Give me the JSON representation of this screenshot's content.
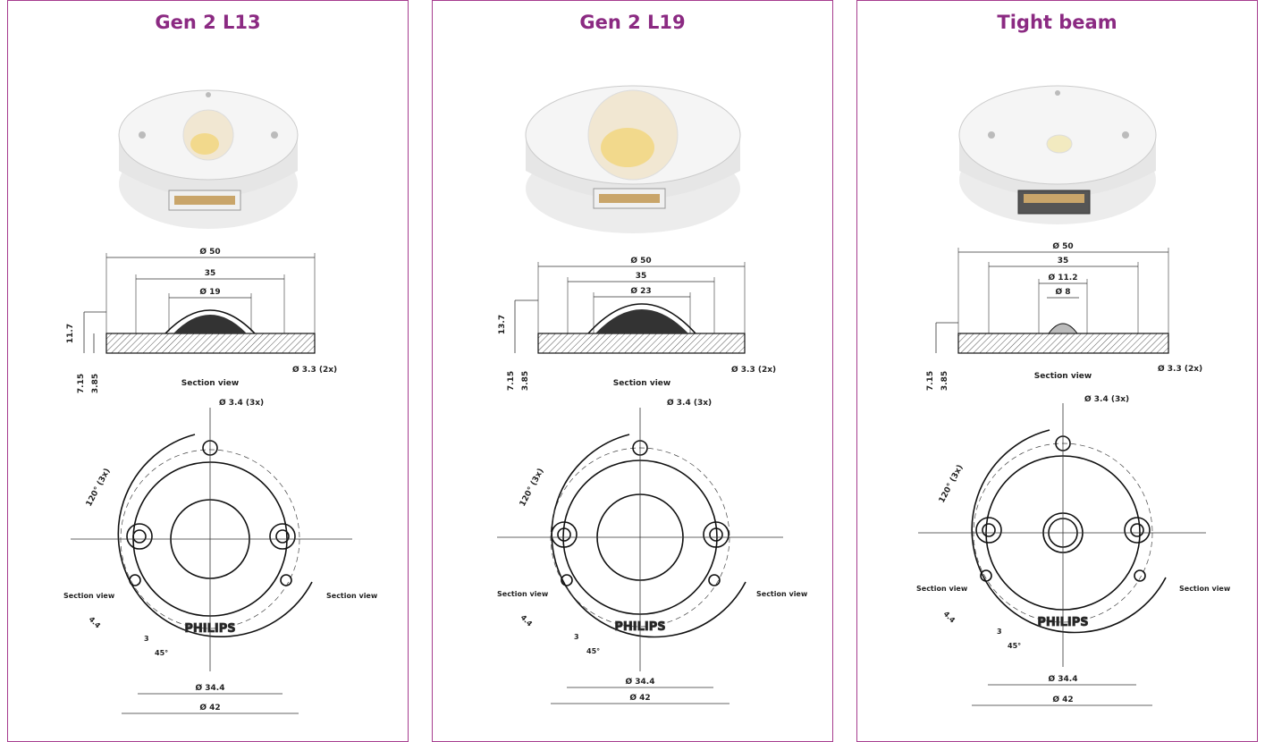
{
  "panels": [
    {
      "title": "Gen 2 L13",
      "section": {
        "outer_dia": "Ø 50",
        "pcd": "35",
        "lens_dia": "Ø 19",
        "height": "11.7",
        "h2": "7.15",
        "h3": "3.85",
        "hole": "Ø 3.3  (2x)",
        "label": "Section view"
      },
      "plan": {
        "hole": "Ø 3.4  (3x)",
        "angle": "120°  (3x)",
        "section_left": "Section view",
        "section_right": "Section view",
        "d44": "4.4",
        "d3": "3",
        "angle45": "45°",
        "brand": "PHILIPS",
        "d344": "Ø 34.4",
        "d42": "Ø 42"
      }
    },
    {
      "title": "Gen 2 L19",
      "section": {
        "outer_dia": "Ø 50",
        "pcd": "35",
        "lens_dia": "Ø 23",
        "height": "13.7",
        "h2": "7.15",
        "h3": "3.85",
        "hole": "Ø 3.3  (2x)",
        "label": "Section view"
      },
      "plan": {
        "hole": "Ø 3.4  (3x)",
        "angle": "120°  (3x)",
        "section_left": "Section view",
        "section_right": "Section view",
        "d44": "4.4",
        "d3": "3",
        "angle45": "45°",
        "brand": "PHILIPS",
        "d344": "Ø 34.4",
        "d42": "Ø 42"
      }
    },
    {
      "title": "Tight beam",
      "section": {
        "outer_dia": "Ø 50",
        "pcd": "35",
        "lens_dia": "Ø 11.2",
        "lens_dia2": "Ø 8",
        "height": "",
        "h2": "7.15",
        "h3": "3.85",
        "hole": "Ø 3.3  (2x)",
        "label": "Section view"
      },
      "plan": {
        "hole": "Ø 3.4  (3x)",
        "angle": "120°  (3x)",
        "section_left": "Section view",
        "section_right": "Section view",
        "d44": "4.4",
        "d3": "3",
        "angle45": "45°",
        "brand": "PHILIPS",
        "d344": "Ø 34.4",
        "d42": "Ø 42"
      }
    }
  ],
  "colors": {
    "border": "#a63c8f",
    "title": "#8b2a82"
  }
}
